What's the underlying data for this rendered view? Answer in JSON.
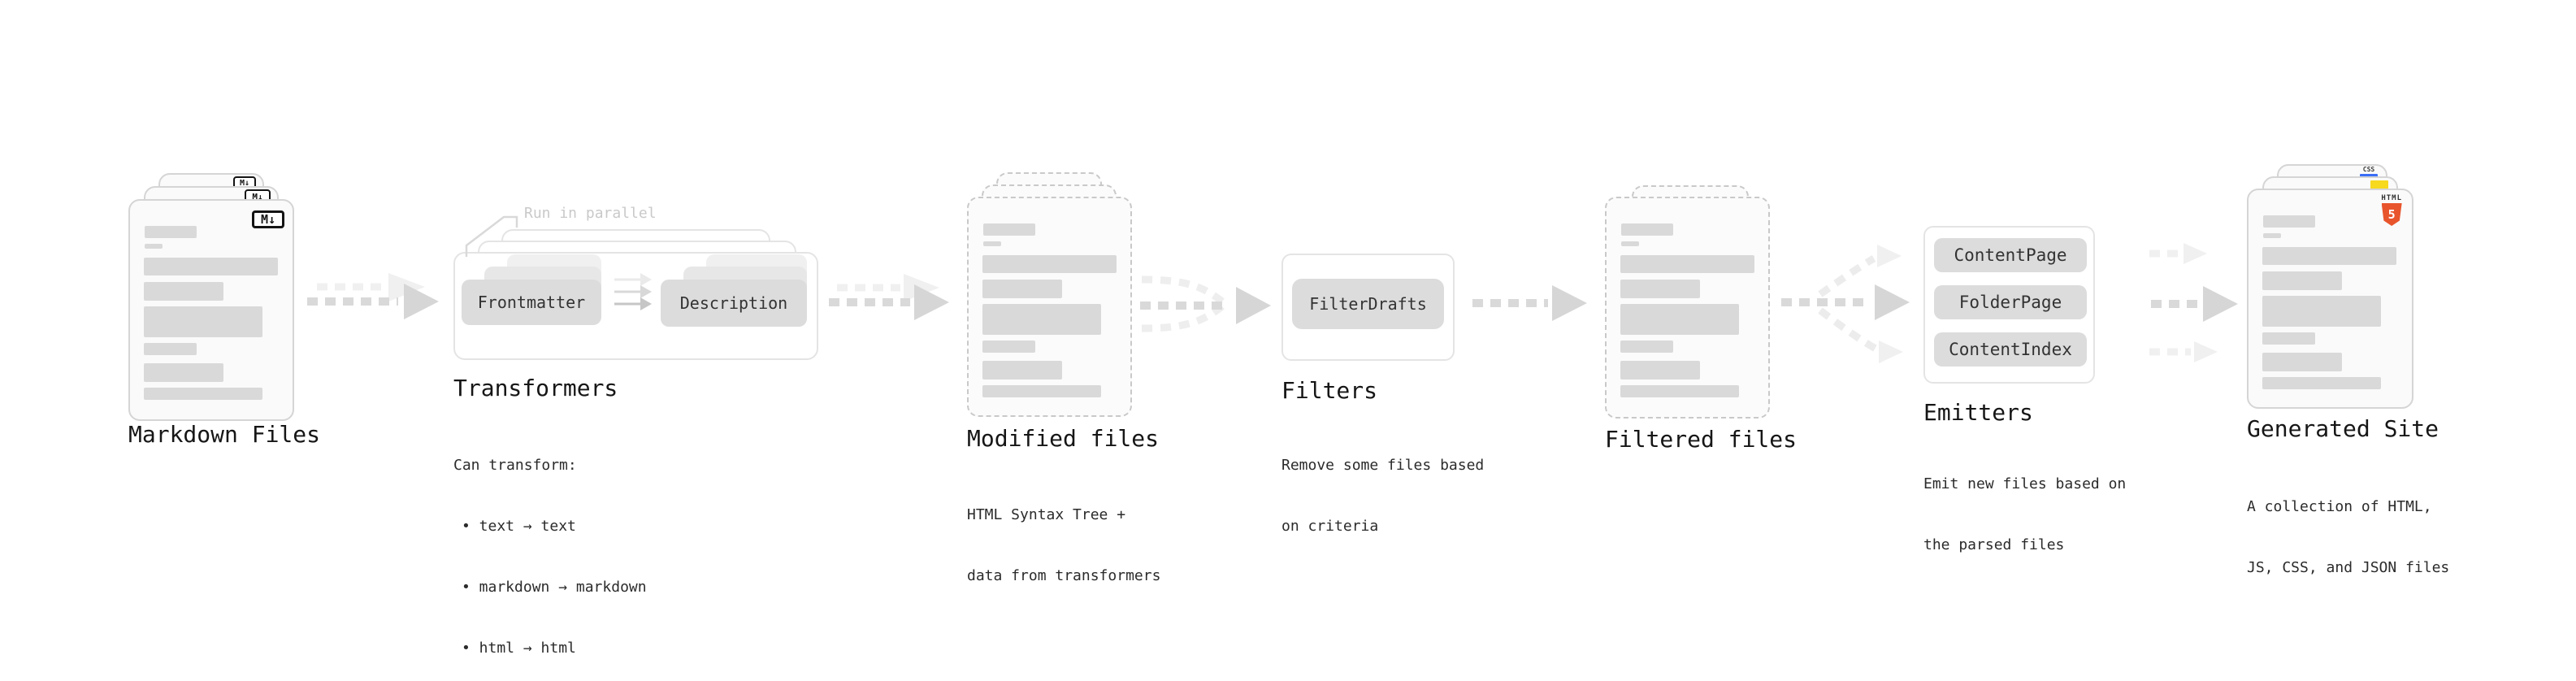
{
  "stages": {
    "markdown": {
      "label": "Markdown Files",
      "icon_text": "M↓"
    },
    "transformers": {
      "label": "Transformers",
      "annotation": "Run in parallel",
      "node_a": "Frontmatter",
      "node_b": "Description",
      "desc_title": "Can transform:",
      "bullets": [
        "• text → text",
        "• markdown → markdown",
        "• html → html"
      ]
    },
    "modified": {
      "label": "Modified files",
      "desc": [
        "HTML Syntax Tree +",
        "data from transformers"
      ]
    },
    "filters": {
      "label": "Filters",
      "node": "FilterDrafts",
      "desc": [
        "Remove some files based",
        "on criteria"
      ]
    },
    "filtered": {
      "label": "Filtered files"
    },
    "emitters": {
      "label": "Emitters",
      "nodes": [
        "ContentPage",
        "FolderPage",
        "ContentIndex"
      ],
      "desc": [
        "Emit new files based on",
        "the parsed files"
      ]
    },
    "generated": {
      "label": "Generated Site",
      "desc": [
        "A collection of HTML,",
        "JS, CSS, and JSON files"
      ],
      "badge_html_word": "HTML",
      "badge_html_number": "5",
      "badge_css_word": "CSS"
    }
  },
  "colors": {
    "arrow_dark": "#d9d9d9",
    "arrow_faint": "#f0f0f0",
    "node_fill": "#dcdcdc",
    "bar_fill": "#d9d9d9",
    "html5_orange": "#e8552d",
    "js_yellow": "#f7d91e",
    "css_blue": "#3b6ef6"
  }
}
